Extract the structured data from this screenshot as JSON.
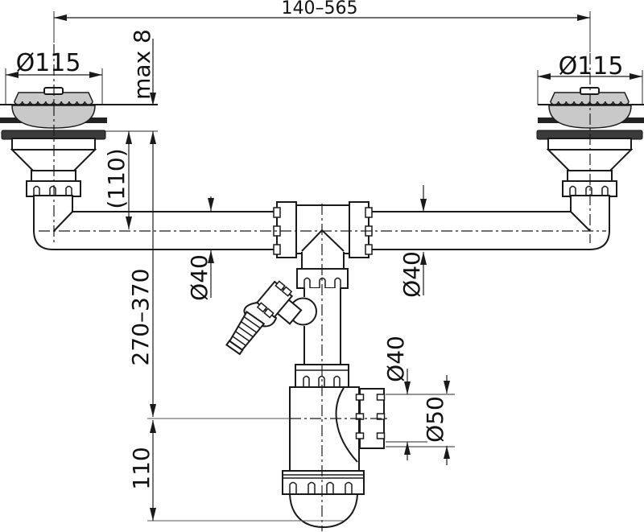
{
  "drawing": {
    "labels": {
      "top_span": "140–565",
      "left_strainer_diameter": "Ø115",
      "right_strainer_diameter": "Ø115",
      "max_thickness": "max 8",
      "flange_to_pipe_axis": "(110)",
      "pipe_diameter_left": "Ø40",
      "pipe_diameter_right": "Ø40",
      "installation_height_range": "270–370",
      "outlet_diameter": "Ø40",
      "outlet_nut_diameter": "Ø50",
      "trap_bottom_depth": "110"
    },
    "colors": {
      "line": "#1a1a1a",
      "metal_gray": "#c9c9c9",
      "gasket_dark": "#3b3b3b",
      "sink_deck": "#222222",
      "background": "#ffffff"
    }
  }
}
